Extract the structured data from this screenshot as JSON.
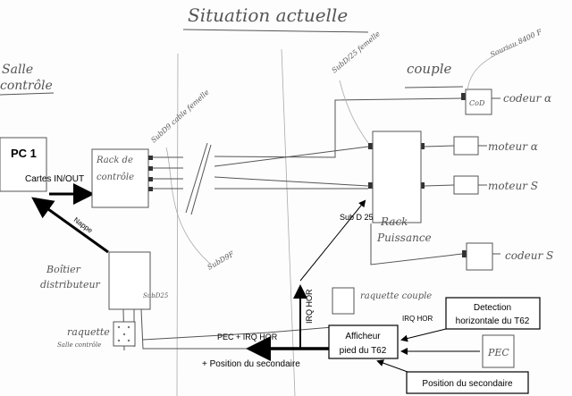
{
  "title": "Situation actuelle",
  "handwritten": {
    "salle_1": "Salle",
    "salle_2": "contrôle",
    "couple": "couple",
    "rack_controle_1": "Rack de",
    "rack_controle_2": "contrôle",
    "rack_puissance_1": "Rack",
    "rack_puissance_2": "Puissance",
    "boitier_1": "Boîtier",
    "boitier_2": "distributeur",
    "raquette_salle_1": "raquette",
    "raquette_salle_2": "Salle contrôle",
    "raquette_couple": "raquette couple",
    "codeur_alpha": "codeur α",
    "moteur_alpha": "moteur α",
    "moteur_s": "moteur S",
    "codeur_s": "codeur S",
    "subd9_cable": "SubD9 cable femelle",
    "subd25_femelle": "SubD/25 femelle",
    "subd9f": "SubD9F",
    "subd25": "SubD25",
    "sourceau": "Souriau 8400 F",
    "pec_box": "PEC",
    "cod_box": "CoD"
  },
  "typed": {
    "pc1": "PC 1",
    "cartes": "Cartes IN/OUT",
    "nappe": "Nappe",
    "subd25": "Sub D 25",
    "irq_hor_vertical": "IRQ HOR",
    "pec_irq": "PEC + IRQ HOR",
    "position_plus": "+ Position du secondaire",
    "irq_hor": "IRQ HOR",
    "afficheur_1": "Afficheur",
    "afficheur_2": "pied du T62",
    "detection_1": "Detection",
    "detection_2": "horizontale du T62",
    "position": "Position du secondaire"
  }
}
